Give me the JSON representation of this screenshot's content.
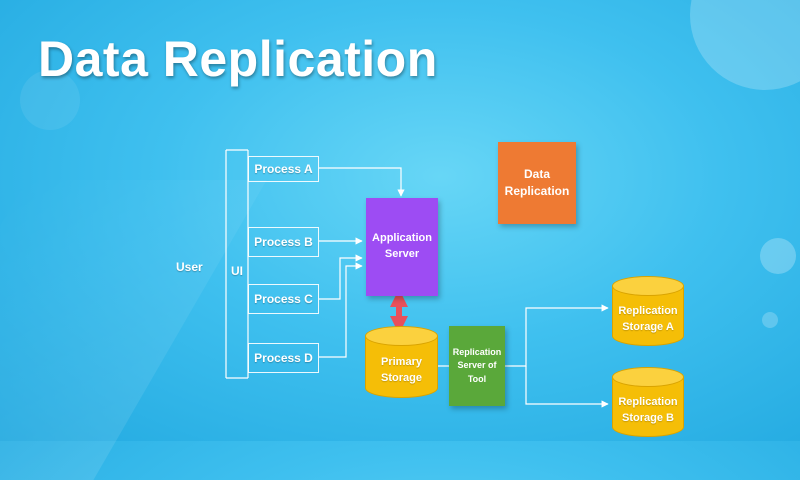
{
  "slide": {
    "title": "Data Replication"
  },
  "diagram": {
    "user_label": "User",
    "ui_label": "UI",
    "processes": [
      "Process A",
      "Process B",
      "Process C",
      "Process D"
    ],
    "application_server": "Application Server",
    "data_replication_box": "Data Replication",
    "primary_storage": "Primary Storage",
    "replication_server": "Replication Server of Tool",
    "replication_storage_a": "Replication Storage A",
    "replication_storage_b": "Replication Storage B"
  },
  "colors": {
    "background": "#3fc0ef",
    "app_server": "#9d4cf3",
    "data_replication": "#ee7a33",
    "replication_server": "#5aa83a",
    "storage": "#f5be07",
    "bidirectional_arrow": "#e8505b"
  }
}
